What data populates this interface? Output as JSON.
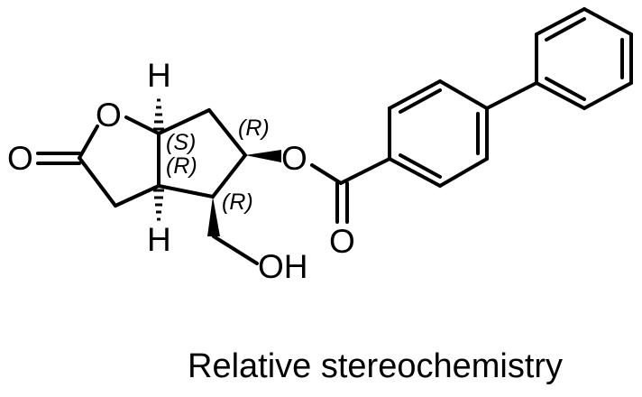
{
  "caption": "Relative stereochemistry",
  "atoms": {
    "ring_oxygen": "O",
    "carbonyl_oxygen_lactone": "O",
    "ester_oxygen": "O",
    "carbonyl_oxygen_ester": "O",
    "hydroxyl": "OH",
    "hydrogen_top": "H",
    "hydrogen_bottom": "H"
  },
  "stereo_labels": {
    "c1": "(S)",
    "c5": "(R)",
    "c_ester": "(R)",
    "c_ch2oh": "(R)"
  }
}
